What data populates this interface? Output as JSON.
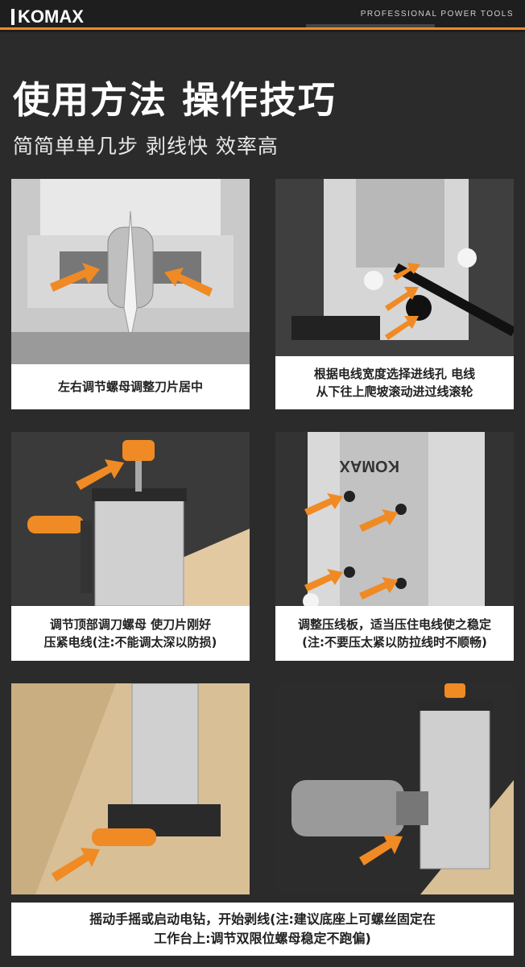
{
  "header": {
    "brand": "KOMAX",
    "tagline": "PROFESSIONAL POWER TOOLS"
  },
  "title": "使用方法 操作技巧",
  "subtitle": "简简单单几步 剥线快 效率高",
  "steps": [
    {
      "caption_lines": [
        "左右调节螺母调整刀片居中"
      ]
    },
    {
      "caption_lines": [
        "根据电线宽度选择进线孔 电线",
        "从下往上爬坡滚动进过线滚轮"
      ]
    },
    {
      "caption_lines": [
        "调节顶部调刀螺母 使刀片刚好",
        "压紧电线(注:不能调太深以防损)"
      ]
    },
    {
      "caption_lines": [
        "调整压线板，适当压住电线使之稳定",
        "(注:不要压太紧以防拉线时不顺畅)"
      ]
    },
    {
      "caption_lines": [
        "摇动手摇或启动电钻，开始剥线(注:建议底座上可螺丝固定在",
        "工作台上:调节双限位螺母稳定不跑偏)"
      ]
    }
  ],
  "machine_label": "KOMAX",
  "colors": {
    "accent": "#f08a24",
    "background": "#2b2b2b",
    "caption_bg": "#ffffff"
  }
}
